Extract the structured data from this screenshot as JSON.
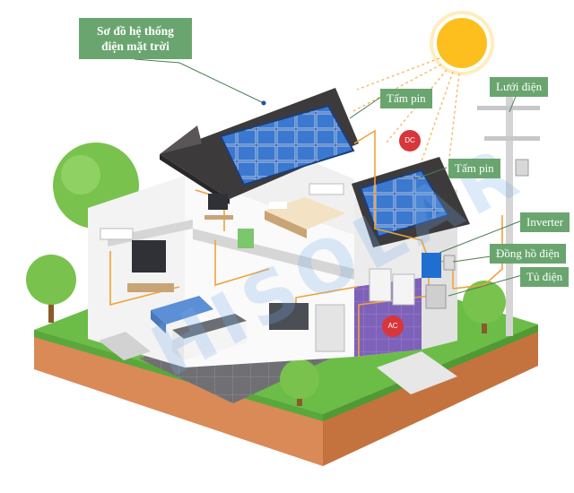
{
  "diagram": {
    "title_line1": "Sơ đồ hệ thống",
    "title_line2": "điện mặt trời",
    "labels": {
      "panel_top": "Tấm pin",
      "panel_side": "Tấm pin",
      "grid": "Lưới điện",
      "inverter": "Inverter",
      "meter": "Đồng hồ điện",
      "cabinet": "Tủ điện"
    },
    "tags": {
      "dc": "DC",
      "ac": "AC"
    },
    "watermark": "HISOLAR"
  },
  "colors": {
    "label_green": "#6aa56f",
    "roof": "#3d3a3c",
    "panel": "#2d60b4",
    "grass": "#6cbd48",
    "soil": "#d98a57",
    "wire": "#f0a23a",
    "sun": "#fdbf1e",
    "tag_red": "#d8363a"
  }
}
